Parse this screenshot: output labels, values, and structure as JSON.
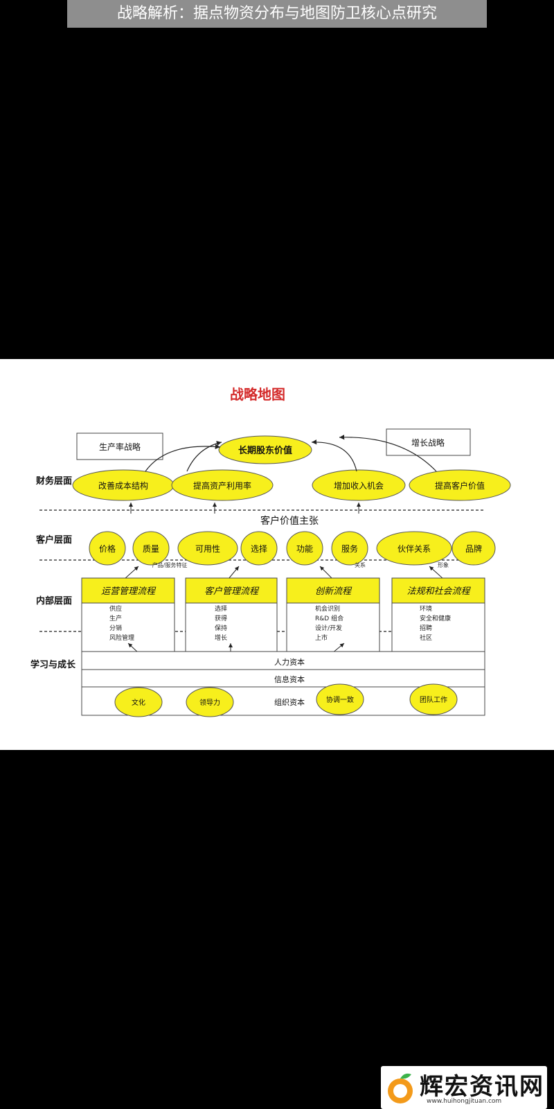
{
  "banner": {
    "title": "战略解析：据点物资分布与地图防卫核心点研究"
  },
  "diagram": {
    "title": "战略地图",
    "layers": [
      "财务层面",
      "客户层面",
      "内部层面",
      "学习与成长"
    ],
    "finance": {
      "top_goal": "长期股东价值",
      "left_box": "生产率战略",
      "right_box": "增长战略",
      "ellipses": [
        "改善成本结构",
        "提高资产利用率",
        "增加收入机会",
        "提高客户价值"
      ]
    },
    "customer": {
      "header": "客户价值主张",
      "ellipses": [
        "价格",
        "质量",
        "可用性",
        "选择",
        "功能",
        "服务",
        "伙伴关系",
        "品牌"
      ],
      "group_labels": [
        "产品/服务特征",
        "关系",
        "形象"
      ]
    },
    "internal": {
      "processes": [
        {
          "title": "运营管理流程",
          "items": [
            "供应",
            "生产",
            "分销",
            "风险管理"
          ]
        },
        {
          "title": "客户管理流程",
          "items": [
            "选择",
            "获得",
            "保持",
            "增长"
          ]
        },
        {
          "title": "创新流程",
          "items": [
            "机会识别",
            "R&D 组合",
            "设计/开发",
            "上市"
          ]
        },
        {
          "title": "法规和社会流程",
          "items": [
            "环境",
            "安全和健康",
            "招聘",
            "社区"
          ]
        }
      ]
    },
    "learning": {
      "rows": [
        "人力资本",
        "信息资本",
        "组织资本"
      ],
      "ellipses": [
        "文化",
        "领导力",
        "协调一致",
        "团队工作"
      ]
    }
  },
  "watermark": {
    "title": "辉宏资讯网",
    "url": "www.huihongjituan.com"
  },
  "colors": {
    "yellow": "#f7ef1c",
    "title_red": "#d42a2a",
    "banner_bg": "#8e8e8e"
  }
}
